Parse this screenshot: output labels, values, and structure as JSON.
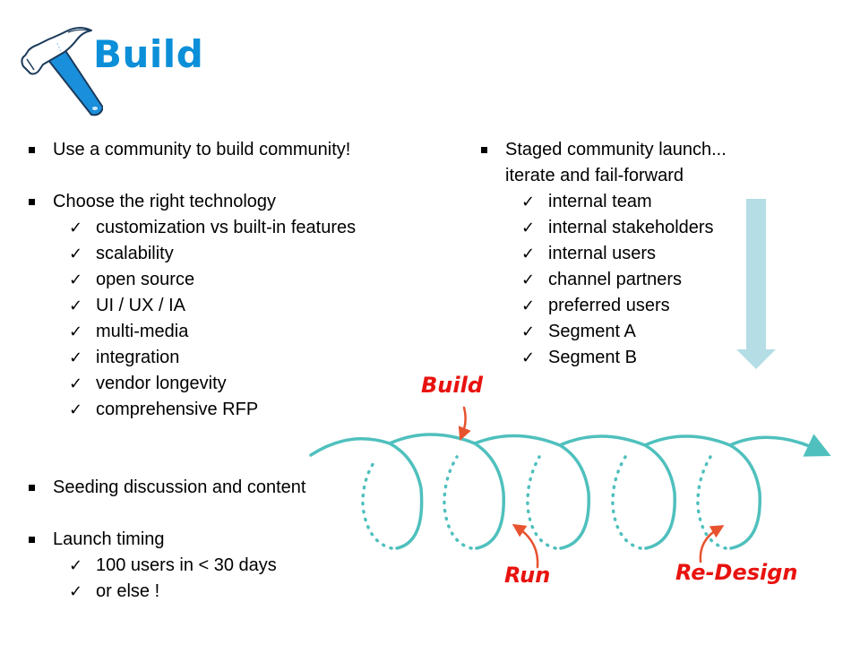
{
  "slide": {
    "title": "Build",
    "logo_icon": "hammer-icon",
    "colors": {
      "title_blue": "#0b8fd8",
      "spiral_teal": "#4fc0bd",
      "arrow_light_blue": "#b4dde6",
      "label_red": "#e8130f",
      "pointer_orange": "#e8532f"
    },
    "left_column": {
      "sections": [
        {
          "text": "Use a community to build community!",
          "items": []
        },
        {
          "text": "Choose the right technology",
          "items": [
            "customization vs built-in features",
            "scalability",
            "open source",
            "UI / UX / IA",
            "multi-media",
            "integration",
            "vendor longevity",
            "comprehensive RFP"
          ]
        },
        {
          "text": "Seeding discussion and content",
          "items": []
        },
        {
          "text": "Launch timing",
          "items": [
            "100 users in < 30 days",
            "or else !"
          ]
        }
      ]
    },
    "right_column": {
      "heading_line1": "Staged community launch...",
      "heading_line2": "iterate and fail-forward",
      "items": [
        "internal team",
        "internal stakeholders",
        "internal users",
        "channel partners",
        "preferred users",
        "Segment A",
        "Segment B"
      ],
      "arrow_icon": "down-arrow-icon"
    },
    "cycle_diagram": {
      "labels": {
        "build": "Build",
        "run": "Run",
        "redesign": "Re-Design"
      },
      "icon": "spiral-icon"
    }
  }
}
